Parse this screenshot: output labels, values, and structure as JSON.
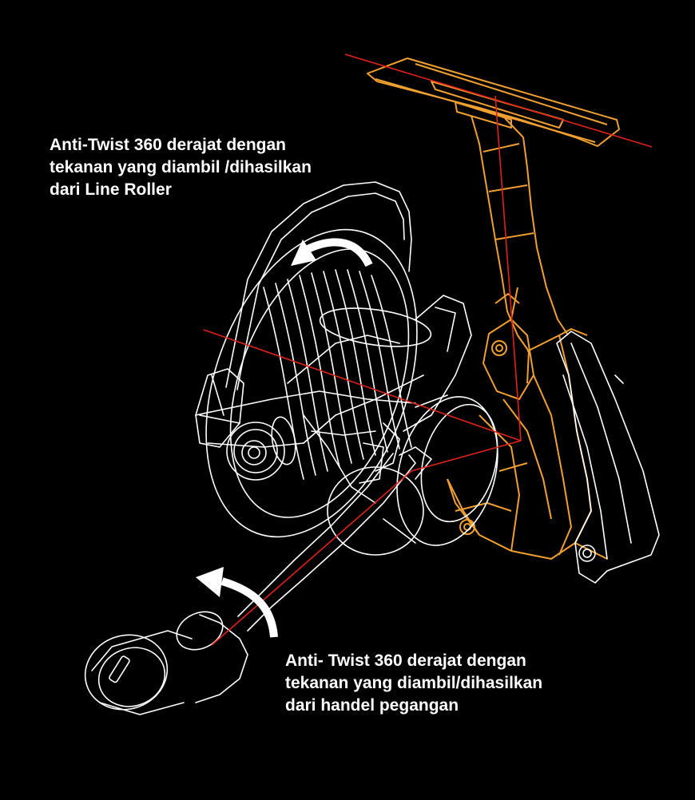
{
  "colors": {
    "background": "#000000",
    "outline": "#ffffff",
    "accent_orange": "#f0a030",
    "axis_red": "#e0221a"
  },
  "captions": {
    "line_roller": {
      "line1": "Anti-Twist 360 derajat dengan",
      "line2": "tekanan yang diambil /dihasilkan",
      "line3": "dari Line Roller"
    },
    "handle": {
      "line1": "Anti- Twist 360 derajat dengan",
      "line2": "tekanan yang diambil/dihasilkan",
      "line3": "dari handel pegangan"
    }
  },
  "icons": {
    "rotation_arrow_top": "curved-arrow-left-icon",
    "rotation_arrow_bottom": "curved-arrow-left-icon"
  }
}
